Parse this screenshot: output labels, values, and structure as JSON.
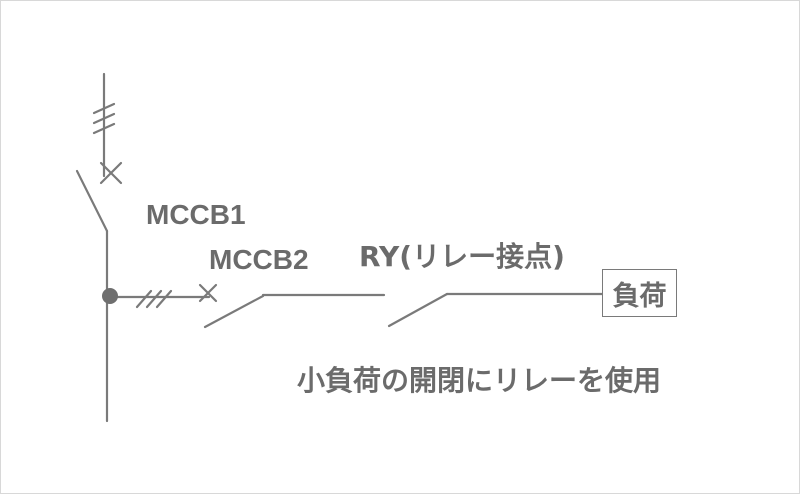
{
  "labels": {
    "mccb1": "MCCB1",
    "mccb2": "MCCB2",
    "relay_contact": "RY(リレー接点)",
    "load": "負荷",
    "caption": "小負荷の開閉にリレーを使用"
  },
  "colors": {
    "line": "#7a7a7a",
    "text": "#6b6b6b",
    "border": "#d8d8d8"
  }
}
